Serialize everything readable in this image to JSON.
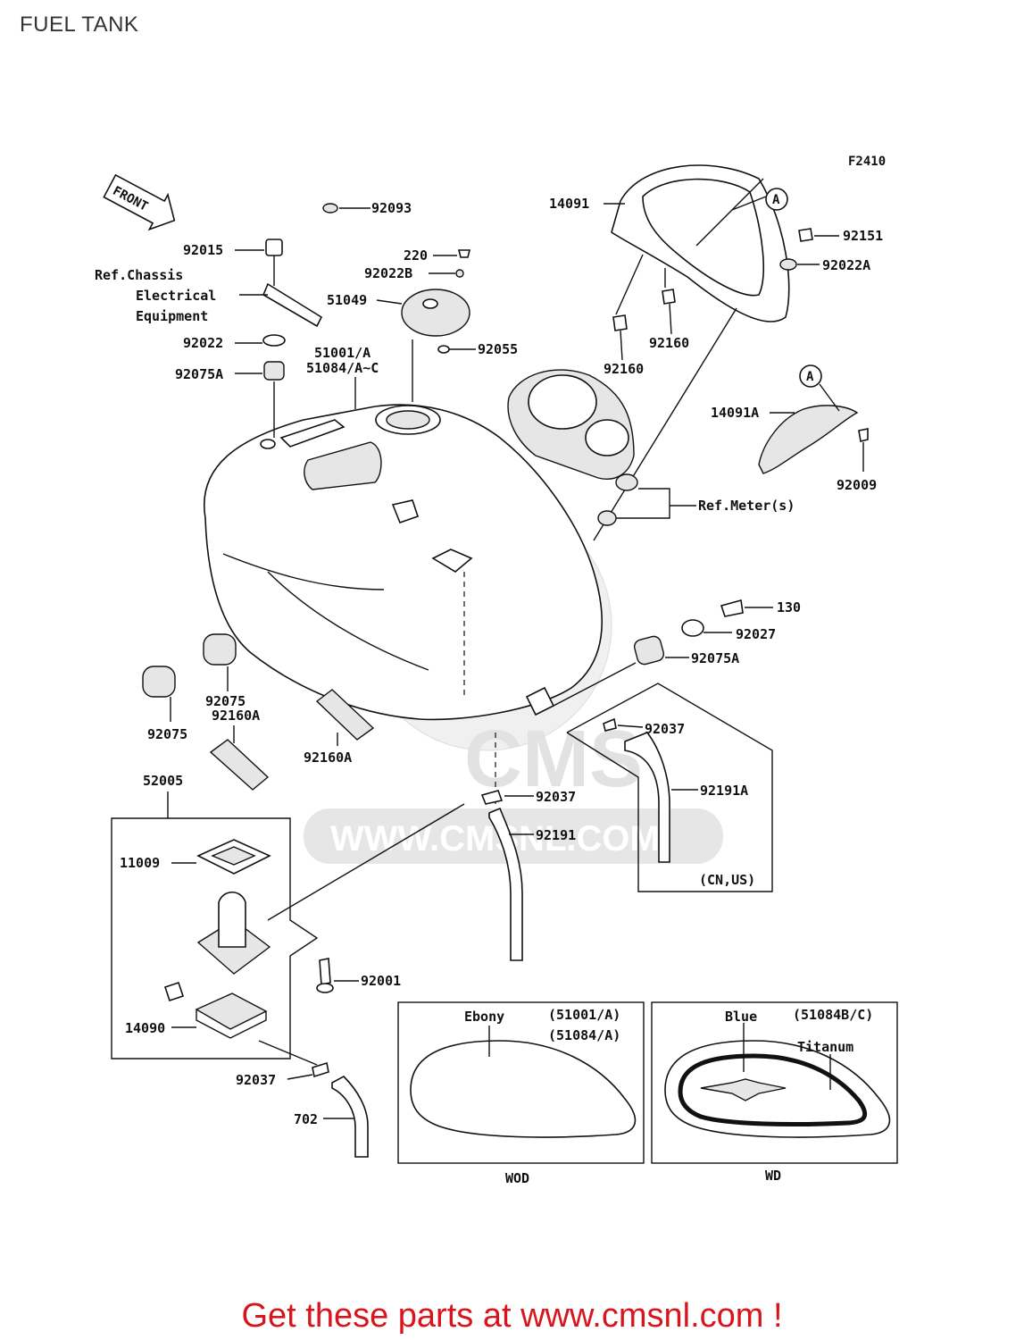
{
  "page_title": "FUEL TANK",
  "figure_code": "F2410",
  "front_label": "FRONT",
  "callout_letter": "A",
  "watermark": {
    "logo_text": "CMS",
    "url_text": "WWW.CMSNL.COM"
  },
  "labels": {
    "p92093": "92093",
    "p92015": "92015",
    "ref_chassis_1": "Ref.Chassis",
    "ref_chassis_2": "Electrical",
    "ref_chassis_3": "Equipment",
    "p92022": "92022",
    "p92075A_top": "92075A",
    "p220": "220",
    "p92022B": "92022B",
    "p51049": "51049",
    "p92055": "92055",
    "p51001": "51001/A",
    "p51084": "51084/A~C",
    "p14091": "14091",
    "p92151": "92151",
    "p92022A": "92022A",
    "p92160_a": "92160",
    "p92160_b": "92160",
    "p14091A": "14091A",
    "p92009": "92009",
    "ref_meter": "Ref.Meter(s)",
    "p130": "130",
    "p92027": "92027",
    "p92075A_right": "92075A",
    "p92075_a": "92075",
    "p92075_b": "92075",
    "p92160A_a": "92160A",
    "p92160A_b": "92160A",
    "p92037_a": "92037",
    "p92037_b": "92037",
    "p92037_c": "92037",
    "p92191A": "92191A",
    "p92191": "92191",
    "cn_us": "(CN,US)",
    "p52005": "52005",
    "p11009": "11009",
    "p92001": "92001",
    "p14090": "14090",
    "p702": "702"
  },
  "variants": {
    "wod": {
      "color": "Ebony",
      "codes_1": "(51001/A)",
      "codes_2": "(51084/A)",
      "caption": "WOD"
    },
    "wd": {
      "color_1": "Blue",
      "color_2": "Titanum",
      "codes": "(51084B/C)",
      "caption": "WD"
    }
  },
  "promo": "Get these parts at www.cmsnl.com !",
  "colors": {
    "promo": "#d9141c",
    "line": "#111111",
    "watermark": "#e4e4e4"
  }
}
